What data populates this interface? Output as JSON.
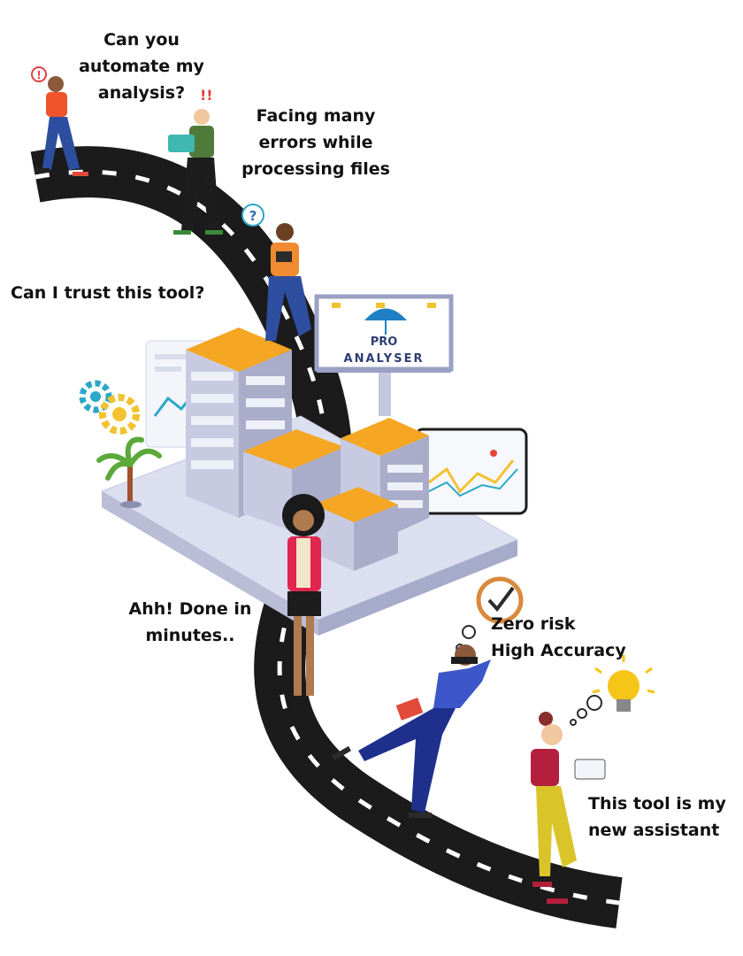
{
  "captions": {
    "automate": "Can you\nautomate my\nanalysis?",
    "errors": "Facing many\nerrors while\nprocessing files",
    "trust": "Can I  trust this tool?",
    "done": "Ahh! Done in\nminutes..",
    "risk": "Zero risk\nHigh Accuracy",
    "assistant": "This tool is my\nnew assistant"
  },
  "billboard": {
    "line1": "PRO",
    "line2": "ANALYSER"
  },
  "colors": {
    "road": "#1b1b1b",
    "road_dash": "#ffffff",
    "building_roof": "#f5a623",
    "building_wall": "#b9bdd6",
    "platform": "#dcdff0",
    "billboard_border": "#9aa1c4",
    "billboard_text": "#2c3e73",
    "umbrella": "#1f7fc4",
    "gear_blue": "#2aa7c9",
    "gear_yellow": "#f2c230",
    "clock_ring": "#d98a3d"
  },
  "icons": {
    "alert": "exclamation-icon",
    "question": "question-icon",
    "umbrella": "umbrella-icon",
    "gears": "gear-icon",
    "clock": "clock-check-icon",
    "bulb": "lightbulb-icon",
    "thought": "thought-bubble-icon"
  }
}
